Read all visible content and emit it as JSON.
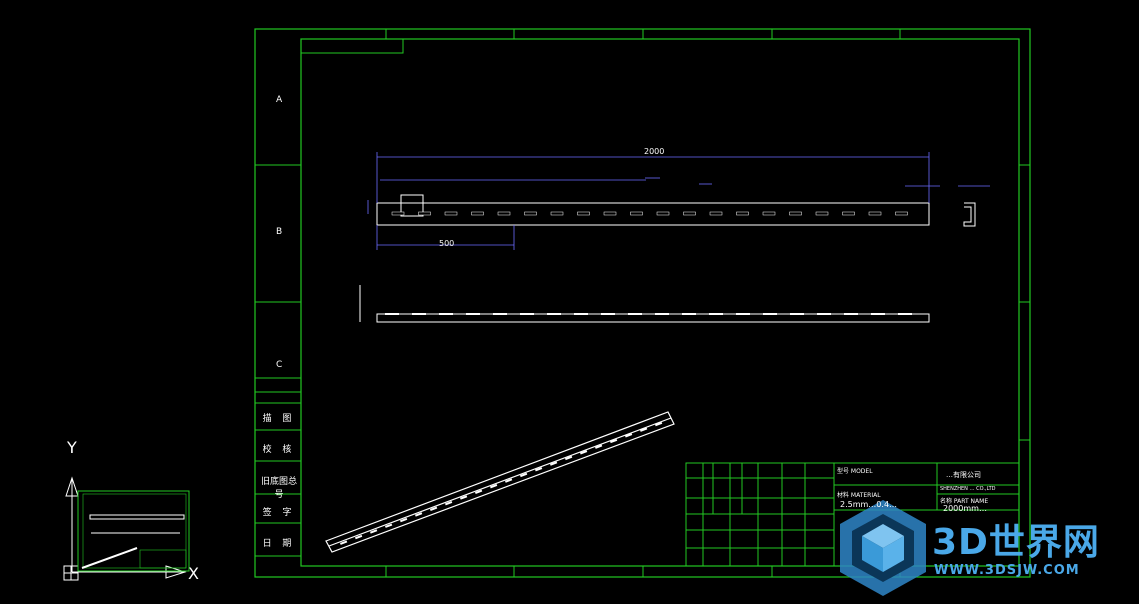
{
  "colors": {
    "frame": "#22c822",
    "line": "#ffffff",
    "dim": "#6c6cff",
    "watermark": "#4aa8e8",
    "background": "#000000"
  },
  "frame": {
    "row_markers": [
      "A",
      "B",
      "C"
    ]
  },
  "left_table": {
    "rows": [
      "描 图",
      "校 核",
      "旧底图总号",
      "签 字",
      "日 期"
    ]
  },
  "drawing": {
    "total_length": "2000",
    "segment_length": "500"
  },
  "title_block": {
    "model_label": "型号 MODEL",
    "material_label": "材料 MATERIAL",
    "material_value": "2.5mm…0.4…",
    "part_name_label": "名称 PART NAME",
    "part_name_value": "2000mm…",
    "company_line1": "…有限公司",
    "company_line2": "SHENZHEN … CO.,LTD"
  },
  "ucs": {
    "y_label": "Y",
    "x_label": "X"
  },
  "watermark": {
    "title": "3D世界网",
    "url": "WWW.3DSJW.COM",
    "logo_icon": "cube-logo-icon"
  }
}
